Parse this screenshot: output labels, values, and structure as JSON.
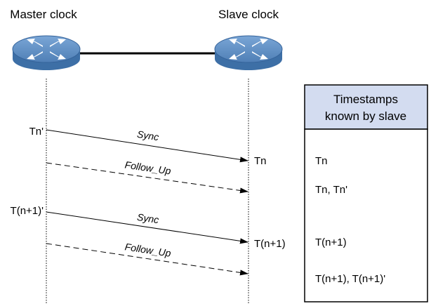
{
  "devices": {
    "master": {
      "label": "Master clock"
    },
    "slave": {
      "label": "Slave clock"
    }
  },
  "icons": {
    "switch": "router-switch-icon"
  },
  "colors": {
    "device_top": "#5f8fc4",
    "device_side": "#3d6fa6",
    "header_fill": "#d3dcf0",
    "line": "#000000"
  },
  "messages": [
    {
      "label": "Sync",
      "style": "solid",
      "master_time": "Tn'",
      "slave_time": "Tn"
    },
    {
      "label": "Follow_Up",
      "style": "dashed",
      "master_time": "",
      "slave_time": ""
    },
    {
      "label": "Sync",
      "style": "solid",
      "master_time": "T(n+1)'",
      "slave_time": "T(n+1)"
    },
    {
      "label": "Follow_Up",
      "style": "dashed",
      "master_time": "",
      "slave_time": ""
    }
  ],
  "timestamps_table": {
    "header": [
      "Timestamps",
      "known by slave"
    ],
    "rows": [
      "Tn",
      "Tn, Tn'",
      "T(n+1)",
      "T(n+1), T(n+1)'"
    ]
  }
}
